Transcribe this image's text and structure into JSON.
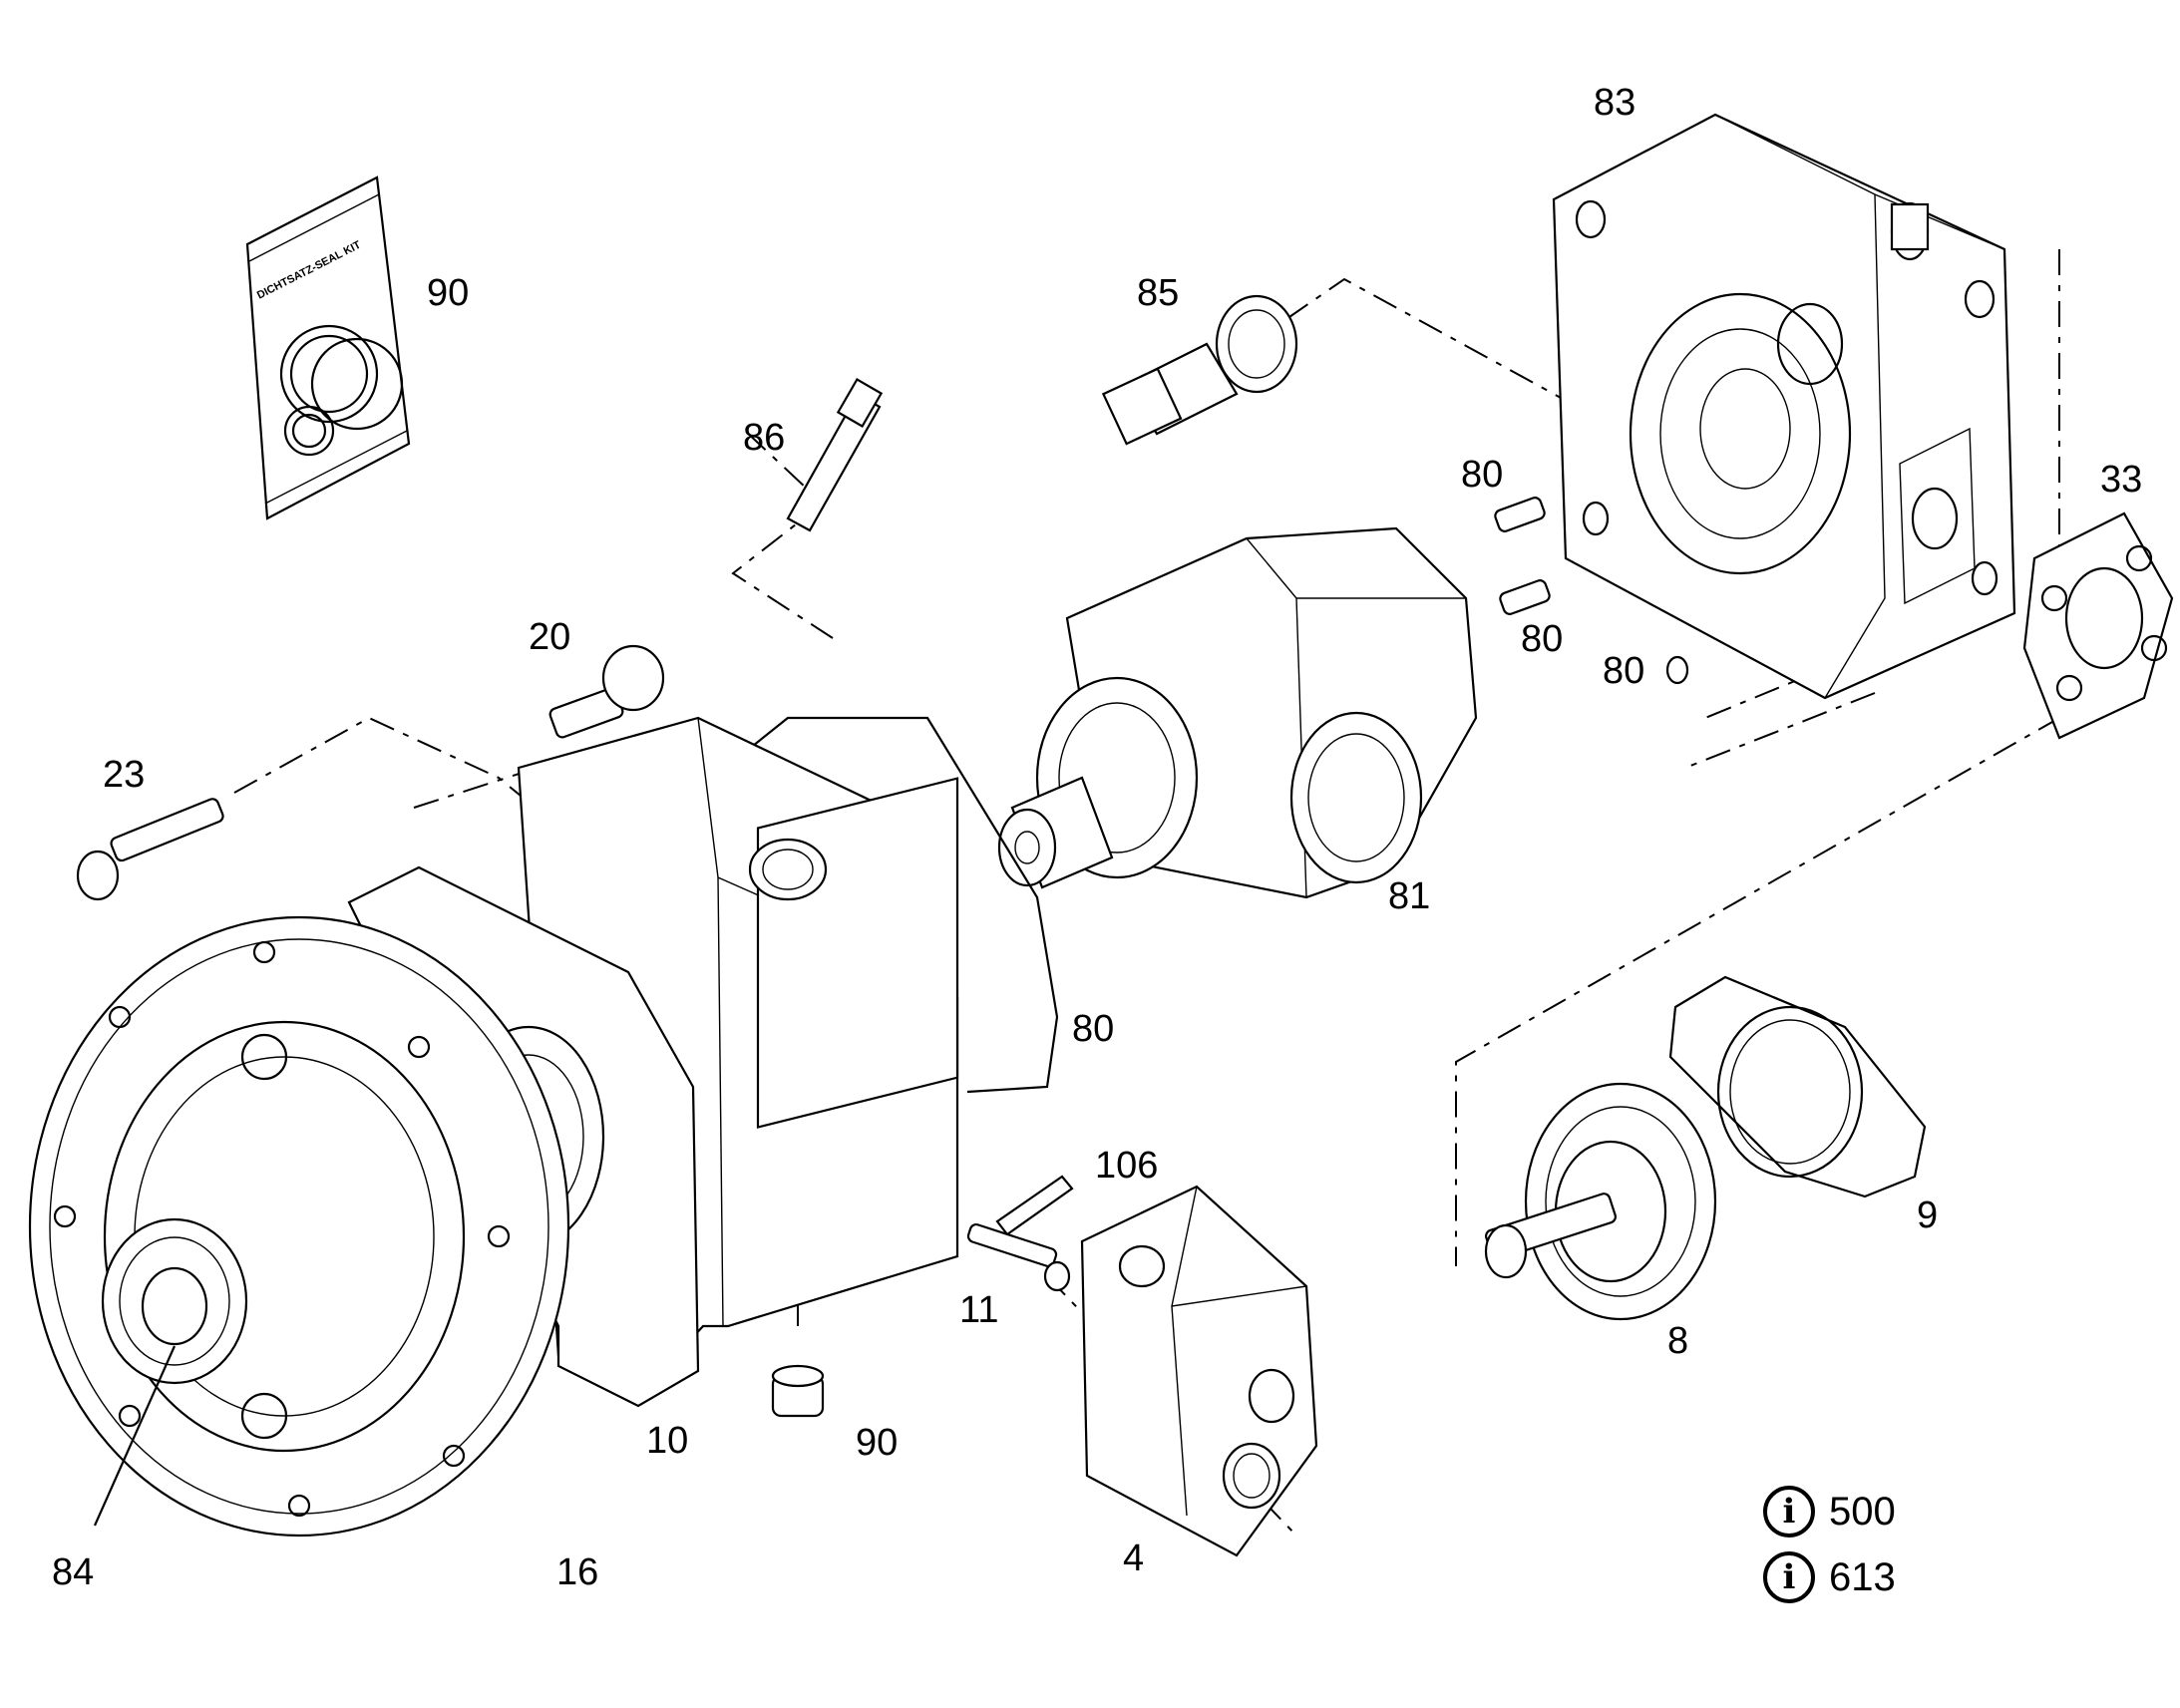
{
  "drawing": {
    "seal_kit_print": "DICHTSATZ-SEAL KIT",
    "callouts": [
      {
        "id": "c83",
        "text": "83"
      },
      {
        "id": "c90a",
        "text": "90"
      },
      {
        "id": "c85",
        "text": "85"
      },
      {
        "id": "c86",
        "text": "86"
      },
      {
        "id": "c80a",
        "text": "80"
      },
      {
        "id": "c33",
        "text": "33"
      },
      {
        "id": "c20",
        "text": "20"
      },
      {
        "id": "c80b",
        "text": "80"
      },
      {
        "id": "c80c",
        "text": "80"
      },
      {
        "id": "c23",
        "text": "23"
      },
      {
        "id": "c81",
        "text": "81"
      },
      {
        "id": "c80d",
        "text": "80"
      },
      {
        "id": "c106",
        "text": "106"
      },
      {
        "id": "c9",
        "text": "9"
      },
      {
        "id": "c11",
        "text": "11"
      },
      {
        "id": "c8",
        "text": "8"
      },
      {
        "id": "c10",
        "text": "10"
      },
      {
        "id": "c90b",
        "text": "90"
      },
      {
        "id": "c84",
        "text": "84"
      },
      {
        "id": "c16",
        "text": "16"
      },
      {
        "id": "c4",
        "text": "4"
      }
    ],
    "info_refs": [
      {
        "icon": "info-icon",
        "text": "500"
      },
      {
        "icon": "info-icon",
        "text": "613"
      }
    ]
  }
}
